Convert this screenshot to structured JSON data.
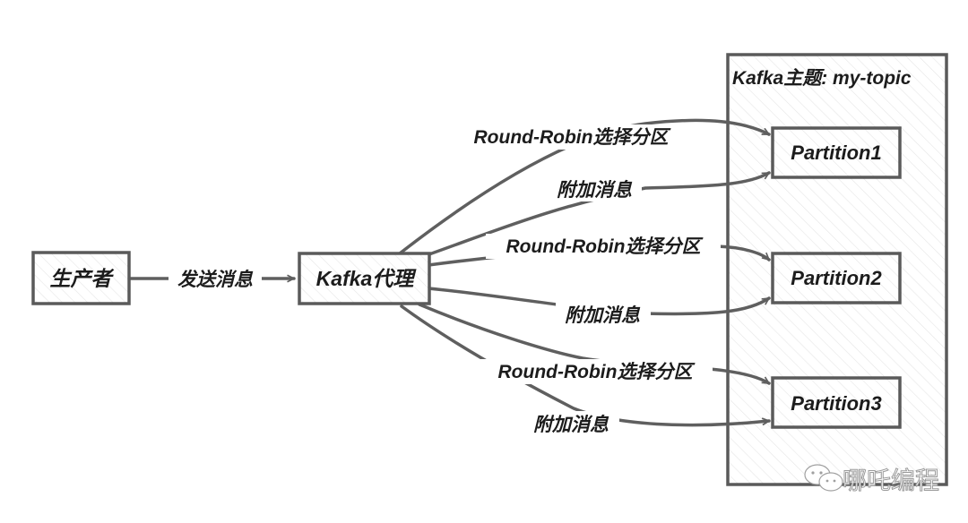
{
  "diagram": {
    "nodes": {
      "producer": "生产者",
      "broker": "Kafka代理",
      "topic": "Kafka主题: my-topic",
      "partitions": [
        "Partition1",
        "Partition2",
        "Partition3"
      ]
    },
    "edges": {
      "send": "发送消息",
      "select": "Round-Robin选择分区",
      "append": "附加消息"
    },
    "edge_list": [
      {
        "from": "producer",
        "to": "broker",
        "label": "发送消息"
      },
      {
        "from": "broker",
        "to": "Partition1",
        "label": "Round-Robin选择分区"
      },
      {
        "from": "broker",
        "to": "Partition1",
        "label": "附加消息"
      },
      {
        "from": "broker",
        "to": "Partition2",
        "label": "Round-Robin选择分区"
      },
      {
        "from": "broker",
        "to": "Partition2",
        "label": "附加消息"
      },
      {
        "from": "broker",
        "to": "Partition3",
        "label": "Round-Robin选择分区"
      },
      {
        "from": "broker",
        "to": "Partition3",
        "label": "附加消息"
      }
    ]
  },
  "watermark": {
    "icon": "wechat-icon",
    "text": "哪吒编程"
  }
}
